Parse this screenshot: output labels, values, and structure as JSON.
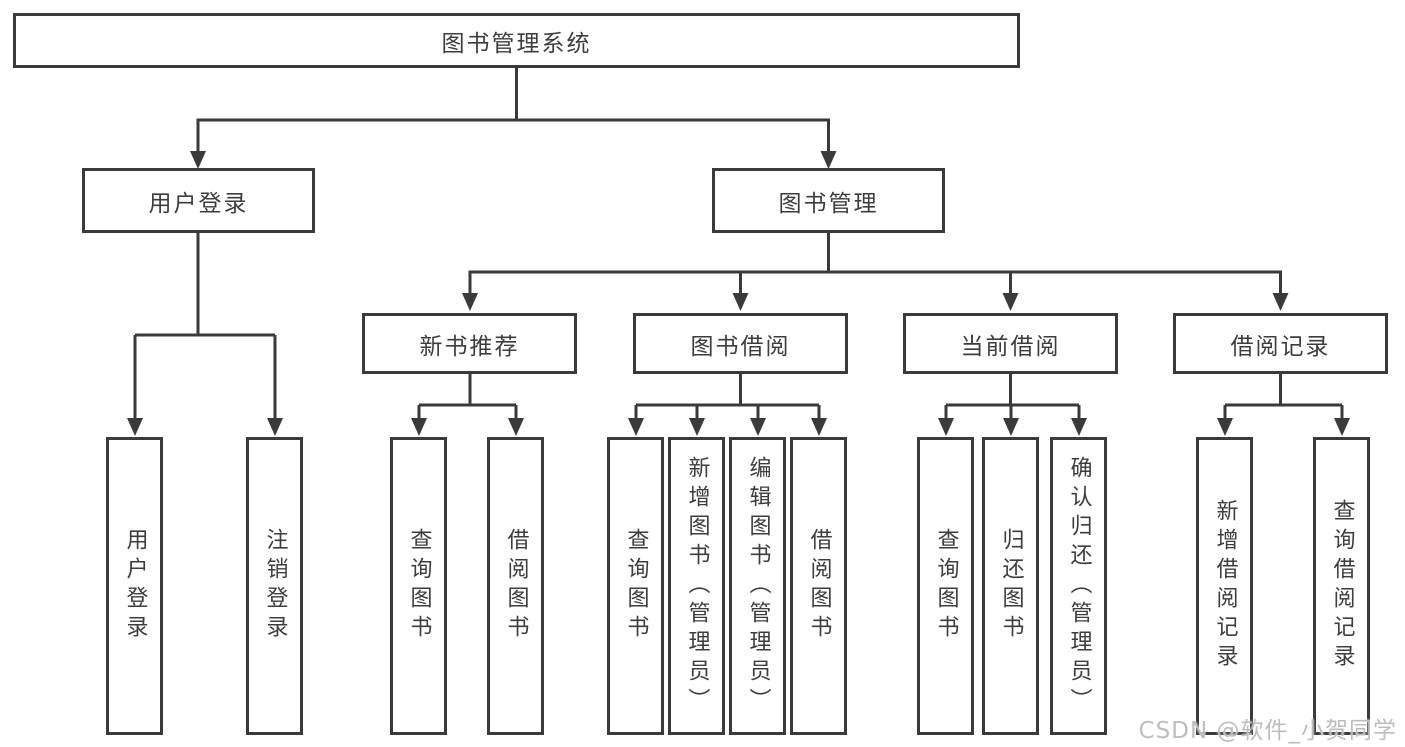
{
  "diagram": {
    "root": {
      "label": "图书管理系统"
    },
    "user_login": {
      "label": "用户登录",
      "children": {
        "login": {
          "label": "用户登录"
        },
        "logout": {
          "label": "注销登录"
        }
      }
    },
    "book_management": {
      "label": "图书管理",
      "sections": {
        "new_book_recommend": {
          "label": "新书推荐",
          "children": {
            "query_books": {
              "label": "查询图书"
            },
            "borrow_books": {
              "label": "借阅图书"
            }
          }
        },
        "book_borrowing": {
          "label": "图书借阅",
          "children": {
            "query_books": {
              "label": "查询图书"
            },
            "add_books_admin": {
              "label": "新增图书（管理员）"
            },
            "edit_books_admin": {
              "label": "编辑图书（管理员）"
            },
            "borrow_books": {
              "label": "借阅图书"
            }
          }
        },
        "current_borrowing": {
          "label": "当前借阅",
          "children": {
            "query_books": {
              "label": "查询图书"
            },
            "return_books": {
              "label": "归还图书"
            },
            "confirm_return_admin": {
              "label": "确认归还（管理员）"
            }
          }
        },
        "borrowing_records": {
          "label": "借阅记录",
          "children": {
            "add_borrow_record": {
              "label": "新增借阅记录"
            },
            "query_borrow_record": {
              "label": "查询借阅记录"
            }
          }
        }
      }
    },
    "line_color": "#3a3a3a"
  },
  "watermark": {
    "text": "CSDN @软件_小贺同学"
  }
}
